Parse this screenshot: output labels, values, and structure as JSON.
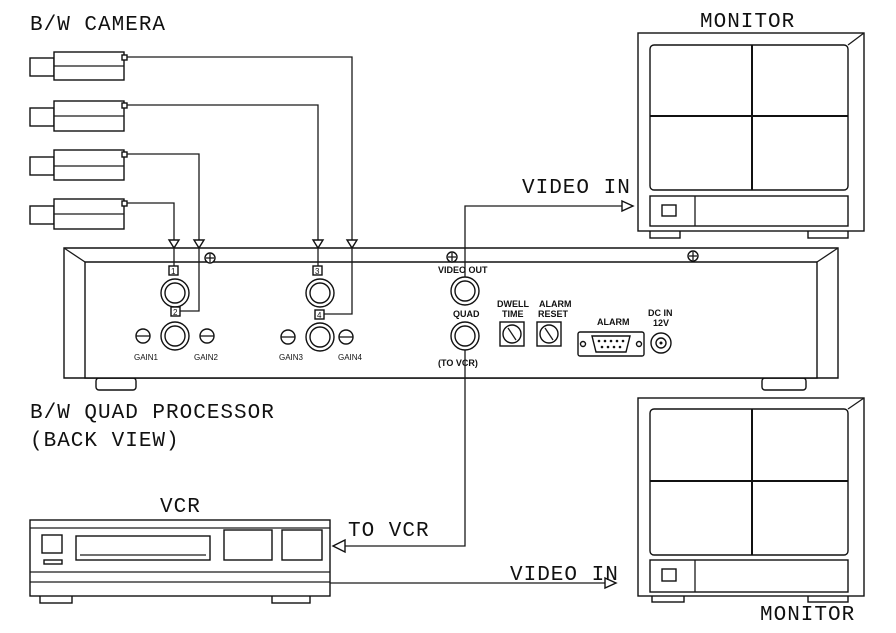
{
  "labels": {
    "camera_heading": "B/W CAMERA",
    "monitor_top": "MONITOR",
    "monitor_bottom": "MONITOR",
    "video_in_top": "VIDEO IN",
    "video_in_bottom": "VIDEO IN",
    "processor_title_line1": "B/W QUAD PROCESSOR",
    "processor_title_line2": "(BACK VIEW)",
    "vcr": "VCR",
    "to_vcr": "TO VCR"
  },
  "panel": {
    "ch1": "1",
    "ch2": "2",
    "ch3": "3",
    "ch4": "4",
    "gain1": "GAIN1",
    "gain2": "GAIN2",
    "gain3": "GAIN3",
    "gain4": "GAIN4",
    "video_out": "VIDEO OUT",
    "quad": "QUAD",
    "to_vcr": "(TO VCR)",
    "dwell_line1": "DWELL",
    "dwell_line2": "TIME",
    "alarm_reset_line1": "ALARM",
    "alarm_reset_line2": "RESET",
    "alarm": "ALARM",
    "dc_in_line1": "DC IN",
    "dc_in_line2": "12V"
  }
}
